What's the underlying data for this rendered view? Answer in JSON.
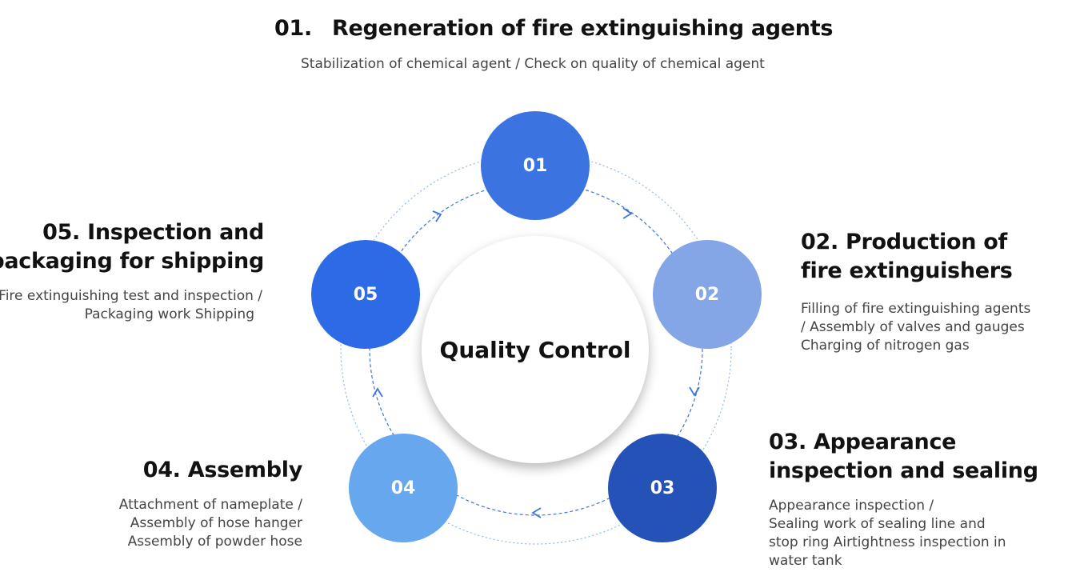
{
  "colors": {
    "step01": "#3b73e0",
    "step02": "#84a5e6",
    "step03": "#2452b6",
    "step04": "#66a7ee",
    "step05": "#2c6ae6",
    "ring": "#8fb8ee",
    "arrow": "#3b73e0"
  },
  "center_label": "Quality Control",
  "steps": [
    {
      "number": "01",
      "title_num": "01.",
      "title": "Regeneration of fire extinguishing agents",
      "desc": [
        "Stabilization of chemical agent / Check on quality of chemical agent"
      ]
    },
    {
      "number": "02",
      "title": [
        "02. Production of",
        "fire extinguishers"
      ],
      "desc": [
        "Filling of fire extinguishing agents",
        "/ Assembly of valves and gauges",
        "Charging of nitrogen gas"
      ]
    },
    {
      "number": "03",
      "title": [
        "03. Appearance",
        "inspection and sealing"
      ],
      "desc": [
        "Appearance inspection /",
        "Sealing work of sealing line and",
        "stop ring Airtightness inspection in",
        "water tank"
      ]
    },
    {
      "number": "04",
      "title": [
        "04. Assembly"
      ],
      "desc": [
        "Attachment of nameplate /",
        "Assembly of hose hanger",
        "Assembly of powder hose"
      ]
    },
    {
      "number": "05",
      "title": [
        "05. Inspection and",
        "packaging for shipping"
      ],
      "desc": [
        "Fire extinguishing test and inspection /",
        "Packaging work Shipping"
      ]
    }
  ]
}
